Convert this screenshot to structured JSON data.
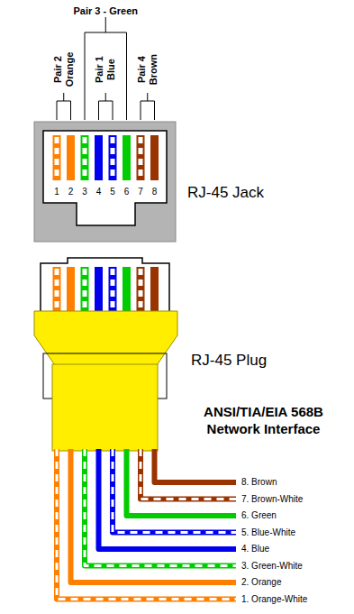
{
  "diagram": {
    "labels": [
      "Pair 3 - Green",
      "Pair 2 Orange",
      "Pair 1 Blue",
      "Pair 4 Brown",
      "1",
      "2",
      "3",
      "4",
      "5",
      "6",
      "7",
      "8",
      "RJ-45 Jack",
      "RJ-45 Plug",
      "ANSI/TIA/EIA 568B Network Interface",
      "8. Brown",
      "7. Brown-White",
      "6. Green",
      "5. Blue-White",
      "4. Blue",
      "3. Green-White",
      "2. Orange",
      "1. Orange-White"
    ]
  }
}
